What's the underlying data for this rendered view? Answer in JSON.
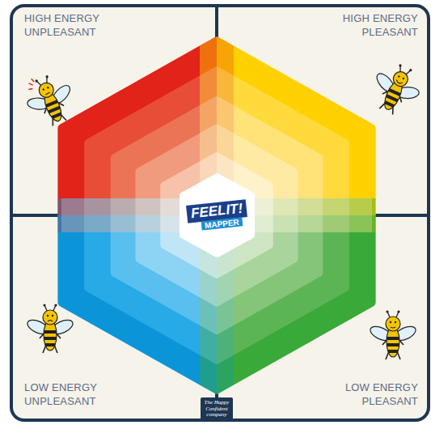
{
  "diagram": {
    "nodes": [
      {
        "text": [
          "FEELIT!",
          "MAPPER"
        ]
      },
      {
        "text": [
          "The Happy Confident company"
        ]
      }
    ],
    "labels": [
      "HIGH ENERGY UNPLEASANT",
      "HIGH ENERGY PLEASANT",
      "LOW ENERGY UNPLEASANT",
      "LOW ENERGY PLEASANT"
    ]
  }
}
